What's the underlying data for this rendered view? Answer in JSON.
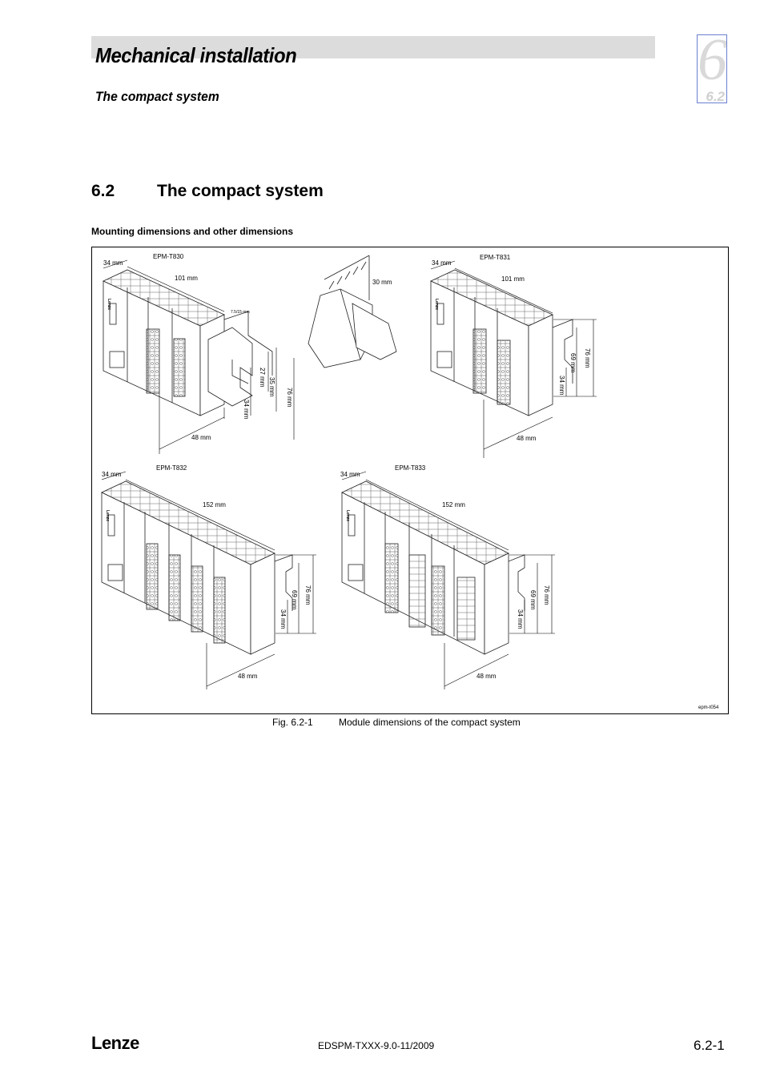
{
  "header": {
    "title": "Mechanical installation",
    "subtitle": "The compact system",
    "chapter_number": "6",
    "chapter_section": "6.2"
  },
  "section": {
    "number": "6.2",
    "title": "The compact system"
  },
  "subheading": "Mounting dimensions and other dimensions",
  "figure": {
    "models": {
      "t830": "EPM-T830",
      "t831": "EPM-T831",
      "t832": "EPM-T832",
      "t833": "EPM-T833"
    },
    "dims": {
      "w34": "34 mm",
      "w101": "101 mm",
      "w152": "152 mm",
      "d48": "48 mm",
      "h34": "34 mm",
      "h69": "69 mm",
      "h76": "76 mm",
      "h27": "27 mm",
      "h35": "35 mm",
      "rail": "7.5/15 mm",
      "clear30": "30 mm"
    },
    "ref": "epm-t054",
    "brand_label": "Lenze",
    "caption_number": "Fig. 6.2-1",
    "caption_text": "Module dimensions of the compact system"
  },
  "footer": {
    "logo": "Lenze",
    "doc_id": "EDSPM-TXXX-9.0-11/2009",
    "page": "6.2-1"
  }
}
